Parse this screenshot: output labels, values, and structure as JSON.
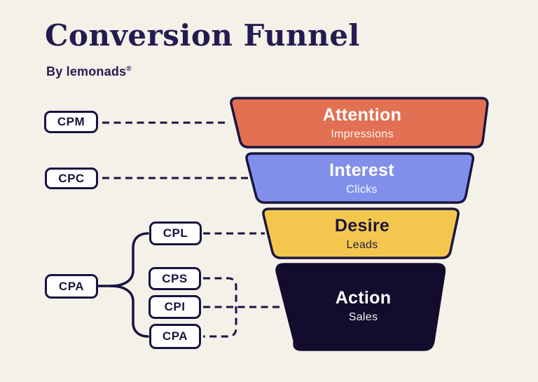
{
  "header": {
    "title": "Conversion Funnel",
    "byline_by": "By",
    "brand": "lemonads",
    "registered_mark": "®"
  },
  "funnel": {
    "stages": [
      {
        "title": "Attention",
        "subtitle": "Impressions",
        "fill": "#E27052",
        "text_color": "#FFFFFF"
      },
      {
        "title": "Interest",
        "subtitle": "Clicks",
        "fill": "#8090EA",
        "text_color": "#FFFFFF"
      },
      {
        "title": "Desire",
        "subtitle": "Leads",
        "fill": "#F3C74D",
        "text_color": "#1A1440"
      },
      {
        "title": "Action",
        "subtitle": "Sales",
        "fill": "#130C2D",
        "text_color": "#FFFFFF"
      }
    ]
  },
  "labels": {
    "cpm": "CPM",
    "cpc": "CPC",
    "cpl": "CPL",
    "cpa_parent": "CPA",
    "cps": "CPS",
    "cpi": "CPI",
    "cpa_child": "CPA"
  },
  "colors": {
    "background": "#F4F1E9",
    "line": "#1A1440",
    "title_text": "#241C50",
    "box_background": "#FFFFFF"
  }
}
